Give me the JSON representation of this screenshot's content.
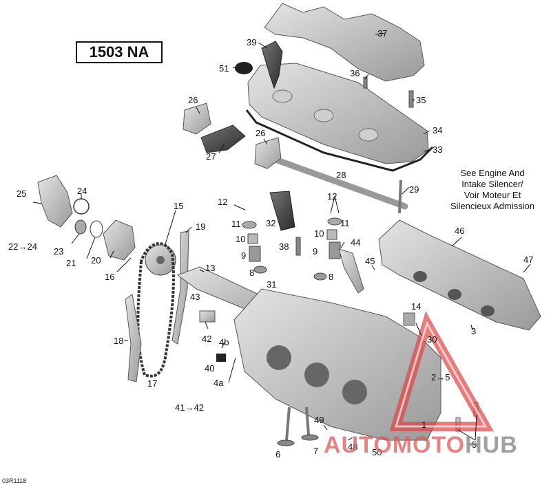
{
  "diagram": {
    "model": "1503 NA",
    "reference_code": "03R1118",
    "note_lines": [
      "See Engine And",
      "Intake Silencer/",
      "Voir Moteur Et",
      "Silencieux Admission"
    ],
    "watermark": {
      "part1": "AUTO",
      "part2": "MOTO",
      "part3": "HUB"
    },
    "callouts": {
      "c1": "1",
      "c2to5": "2→5",
      "c3": "3",
      "c4a": "4a",
      "c4b": "4b",
      "c5": "5",
      "c6": "6",
      "c7": "7",
      "c8a": "8",
      "c8b": "8",
      "c9a": "9",
      "c9b": "9",
      "c10a": "10",
      "c10b": "10",
      "c11a": "11",
      "c11b": "11",
      "c12a": "12",
      "c12b": "12",
      "c13": "13",
      "c14": "14",
      "c15": "15",
      "c16": "16",
      "c17": "17",
      "c18": "18",
      "c19": "19",
      "c20": "20",
      "c21": "21",
      "c22to24": "22→24",
      "c23": "23",
      "c24": "24",
      "c25": "25",
      "c26a": "26",
      "c26b": "26",
      "c27": "27",
      "c28": "28",
      "c29": "29",
      "c30": "30",
      "c31": "31",
      "c32": "32",
      "c33": "33",
      "c34": "34",
      "c35": "35",
      "c36": "36",
      "c37": "37",
      "c38": "38",
      "c39": "39",
      "c40": "40",
      "c41to42": "41→42",
      "c42": "42",
      "c43": "43",
      "c44": "44",
      "c45": "45",
      "c46": "46",
      "c47": "47",
      "c48": "48",
      "c49": "49",
      "c50": "50",
      "c51": "51"
    }
  }
}
